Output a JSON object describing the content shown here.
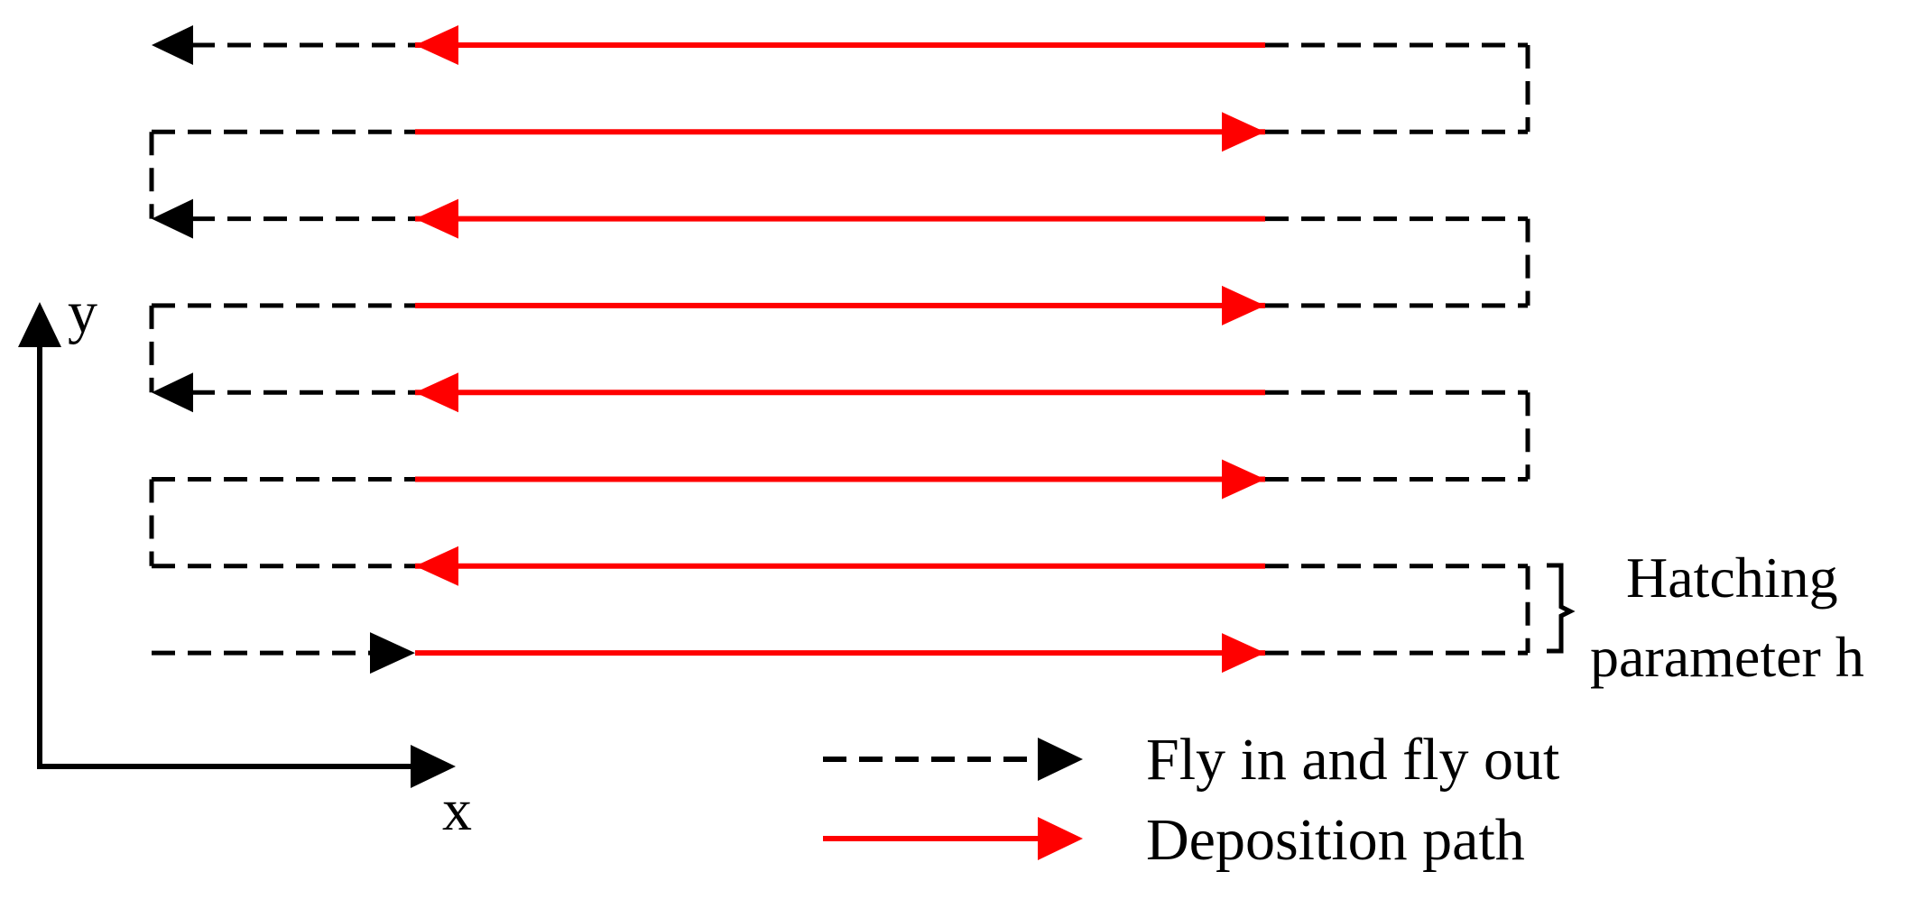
{
  "diagram": {
    "axes": {
      "x_label": "x",
      "y_label": "y"
    },
    "hatching_label": [
      "Hatching",
      "parameter h"
    ],
    "legend": [
      {
        "label": "Fly in and fly out",
        "style": "dashed",
        "color": "#000000"
      },
      {
        "label": "Deposition path",
        "style": "solid",
        "color": "#ff0000"
      }
    ],
    "colors": {
      "fly_path": "#000000",
      "deposition_path": "#ff0000"
    },
    "tracks": [
      {
        "direction": "left"
      },
      {
        "direction": "right"
      },
      {
        "direction": "left"
      },
      {
        "direction": "right"
      },
      {
        "direction": "left"
      },
      {
        "direction": "right"
      },
      {
        "direction": "left"
      },
      {
        "direction": "right"
      }
    ]
  }
}
